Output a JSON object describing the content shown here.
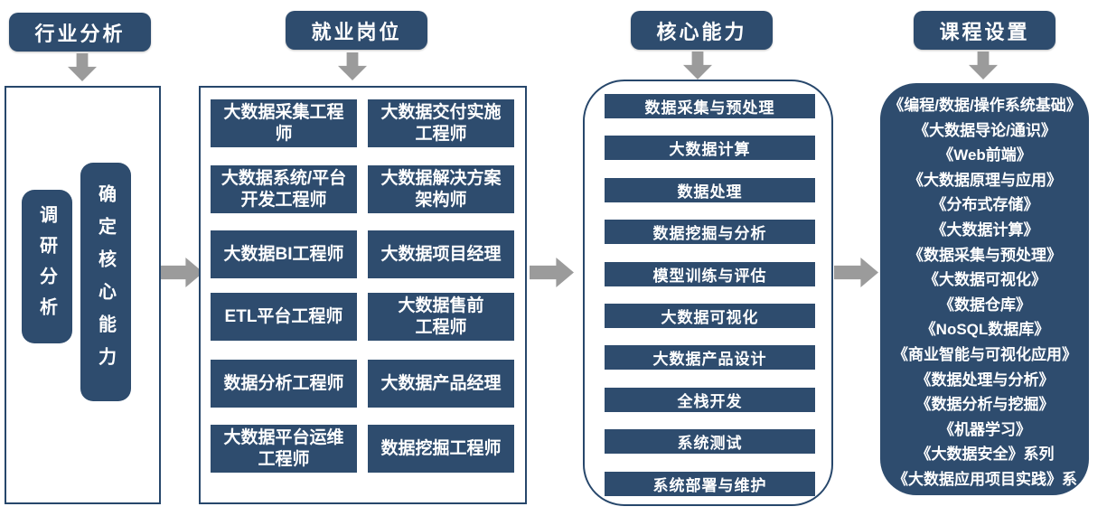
{
  "palette": {
    "navy": "#2e4c6e",
    "panel_border": "#27476b",
    "arrow_gray": "#9b9b9b",
    "text_white": "#ffffff"
  },
  "columns": [
    {
      "header": "行业分析"
    },
    {
      "header": "就业岗位"
    },
    {
      "header": "核心能力"
    },
    {
      "header": "课程设置"
    }
  ],
  "analysis_steps": [
    "调研分析",
    "确定核心能力"
  ],
  "jobs": [
    "大数据采集工程\n师",
    "大数据交付实施\n工程师",
    "大数据系统/平台\n开发工程师",
    "大数据解决方案\n架构师",
    "大数据BI工程师",
    "大数据项目经理",
    "ETL平台工程师",
    "大数据售前\n工程师",
    "数据分析工程师",
    "大数据产品经理",
    "大数据平台运维\n工程师",
    "数据挖掘工程师"
  ],
  "competencies": [
    "数据采集与预处理",
    "大数据计算",
    "数据处理",
    "数据挖掘与分析",
    "模型训练与评估",
    "大数据可视化",
    "大数据产品设计",
    "全栈开发",
    "系统测试",
    "系统部署与维护"
  ],
  "courses": [
    "《编程/数据/操作系统基础》",
    "《大数据导论/通识》",
    "《Web前端》",
    "《大数据原理与应用》",
    "《分布式存储》",
    "《大数据计算》",
    "《数据采集与预处理》",
    "《大数据可视化》",
    "《数据仓库》",
    "《NoSQL数据库》",
    "《商业智能与可视化应用》",
    "《数据处理与分析》",
    "《数据分析与挖掘》",
    "《机器学习》",
    "《大数据安全》系列",
    "《大数据应用项目实践》系\n列"
  ]
}
